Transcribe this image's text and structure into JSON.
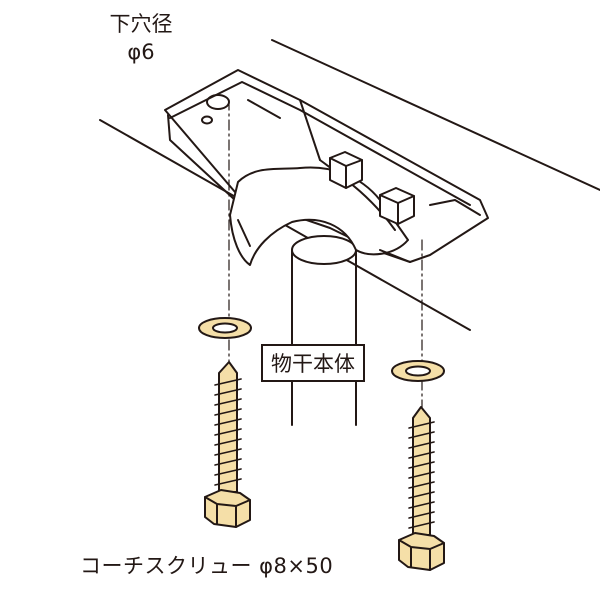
{
  "labels": {
    "hole_title": "下穴径",
    "hole_size": "φ6",
    "body": "物干本体",
    "screw": "コーチスクリュー φ8×50"
  },
  "colors": {
    "outline": "#231815",
    "screw_fill": "#f5dfa8",
    "metal_fill": "#ffffff"
  }
}
